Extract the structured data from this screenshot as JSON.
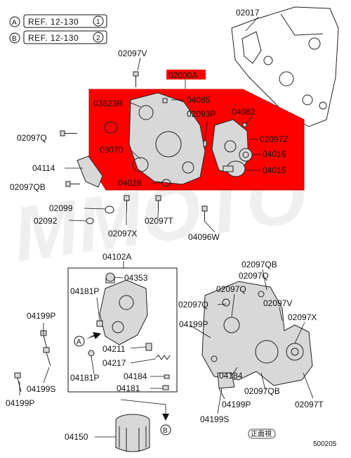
{
  "references": [
    {
      "letter": "A",
      "text": "REF. 12-130",
      "num": "1"
    },
    {
      "letter": "B",
      "text": "REF. 12-130",
      "num": "2"
    }
  ],
  "watermark": "MMOTO",
  "highlight_label": "02000A",
  "labels": {
    "p02017": "02017",
    "p02097V_top": "02097V",
    "p02000A": "02000A",
    "p03623R": "03623R",
    "p04085": "04085",
    "p04082": "04082",
    "p02093P": "02093P",
    "p02097Q_left": "02097Q",
    "p02097Z": "02097Z",
    "p03070": "03070",
    "p04016": "04016",
    "p04114": "04114",
    "p04015": "04015",
    "p02097QB_left": "02097QB",
    "p04028": "04028",
    "p02099": "02099",
    "p02092": "02092",
    "p02097X_mid": "02097X",
    "p02097T_mid": "02097T",
    "p04096W": "04096W",
    "p04102A": "04102A",
    "p04353": "04353",
    "p04181P_top": "04181P",
    "p04211": "04211",
    "p04217": "04217",
    "p04181P_bot": "04181P",
    "p04184": "04184",
    "p04181": "04181",
    "p04199P_a": "04199P",
    "p04199S_a": "04199S",
    "p04199P_b": "04199P",
    "p04150": "04150",
    "p02097QB_r1": "02097QB",
    "p02097Q_r1": "02097Q",
    "p02097Q_r2": "02097Q",
    "p02097Q_r3": "02097Q",
    "p02097V_r": "02097V",
    "p04199P_r1": "04199P",
    "p02097X_r": "02097X",
    "p04184_r": "04184",
    "p02097QB_r2": "02097QB",
    "p04199P_r2": "04199P",
    "p02097T_r": "02097T",
    "p04199S_r": "04199S",
    "callout_A": "A",
    "callout_B": "B"
  },
  "view_label": "正面視",
  "figure_code": "500205",
  "colors": {
    "highlight": "#ff0000",
    "ink": "#111111",
    "paper": "#ffffff"
  }
}
